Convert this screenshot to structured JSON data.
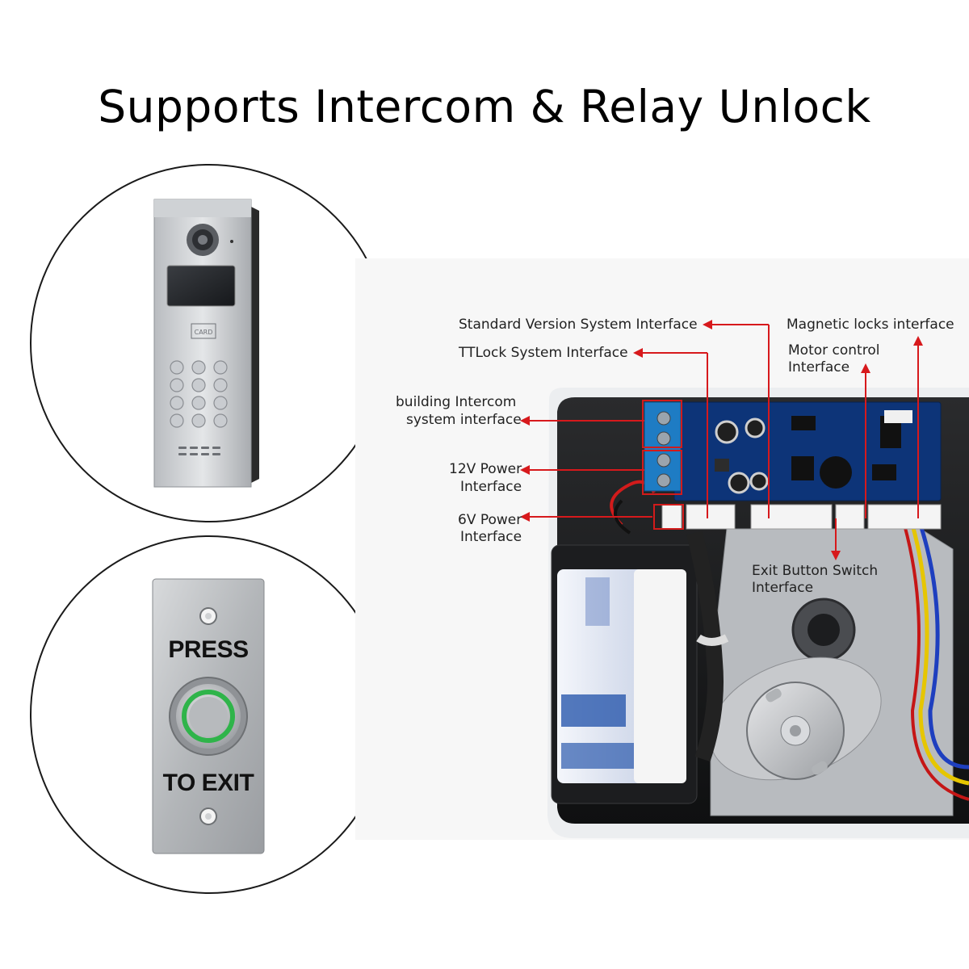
{
  "title": "Supports Intercom & Relay Unlock",
  "intercom_panel": {
    "card_label": "CARD",
    "keypad_keys": 12
  },
  "exit_button": {
    "top_text": "PRESS",
    "bottom_text": "TO EXIT",
    "ring_color": "#2fb44a"
  },
  "diagram": {
    "arrow_color": "#d7191c",
    "labels": {
      "standard_version": "Standard Version System Interface",
      "ttlock": "TTLock System Interface",
      "magnetic_locks": "Magnetic locks interface",
      "motor_control_line1": "Motor control",
      "motor_control_line2": "Interface",
      "building_intercom_line1": "building Intercom",
      "building_intercom_line2": "system interface",
      "power_12v_line1": "12V Power",
      "power_12v_line2": "Interface",
      "power_6v_line1": "6V Power",
      "power_6v_line2": "Interface",
      "exit_button_line1": "Exit Button Switch",
      "exit_button_line2": "Interface"
    }
  }
}
